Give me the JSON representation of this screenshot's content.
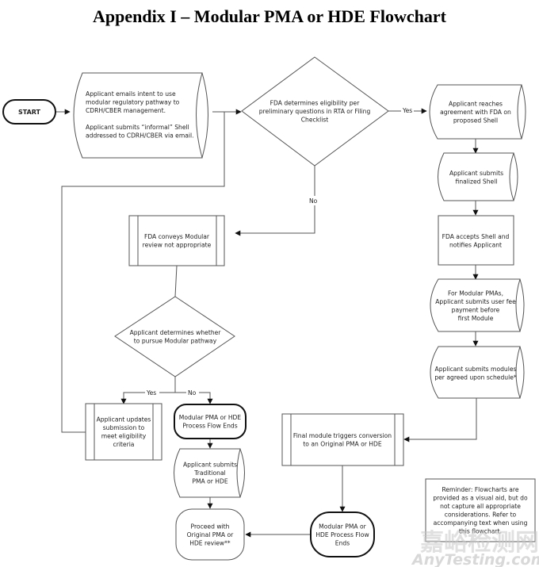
{
  "title": "Appendix I – Modular PMA or HDE Flowchart",
  "nodes": {
    "start": {
      "type": "terminator",
      "lines": [
        "START"
      ]
    },
    "intent": {
      "type": "data",
      "lines": [
        "Applicant emails intent to use",
        "modular regulatory pathway to",
        "CDRH/CBER management.",
        "",
        "Applicant submits “informal” Shell",
        "addressed to CDRH/CBER via email."
      ]
    },
    "eligibility": {
      "type": "decision",
      "lines": [
        "FDA determines eligibility per",
        "preliminary questions in RTA or Filing",
        "Checklist"
      ]
    },
    "agreement": {
      "type": "data",
      "lines": [
        "Applicant reaches",
        "agreement with FDA on",
        "proposed Shell"
      ]
    },
    "finalized": {
      "type": "data",
      "lines": [
        "Applicant submits",
        "finalized Shell"
      ]
    },
    "accepts": {
      "type": "process",
      "lines": [
        "FDA accepts Shell and",
        "notifies Applicant"
      ]
    },
    "userfee": {
      "type": "data",
      "lines": [
        "For Modular PMAs,",
        "Applicant submits user fee",
        "payment before",
        "first Module"
      ]
    },
    "modules": {
      "type": "data",
      "lines": [
        "Applicant submits modules",
        "per agreed upon schedule*"
      ]
    },
    "not_appropriate": {
      "type": "predefined",
      "lines": [
        "FDA conveys Modular",
        "review not appropriate"
      ]
    },
    "pursue": {
      "type": "decision",
      "lines": [
        "Applicant determines whether",
        "to pursue Modular pathway"
      ]
    },
    "updates": {
      "type": "predefined",
      "lines": [
        "Applicant updates",
        "submission to",
        "meet eligibility",
        "criteria"
      ]
    },
    "ends1": {
      "type": "terminator",
      "lines": [
        "Modular PMA or HDE",
        "Process Flow Ends"
      ]
    },
    "traditional": {
      "type": "data",
      "lines": [
        "Applicant submits",
        "Traditional",
        "PMA or HDE"
      ]
    },
    "proceed": {
      "type": "rounded",
      "lines": [
        "Proceed with",
        "Original PMA or",
        "HDE review**"
      ]
    },
    "conversion": {
      "type": "predefined",
      "lines": [
        "Final module triggers conversion",
        "to an Original PMA or HDE"
      ]
    },
    "ends2": {
      "type": "terminator",
      "lines": [
        "Modular PMA or",
        "HDE Process Flow",
        "Ends"
      ]
    }
  },
  "edge_labels": {
    "yes1": "Yes",
    "no1": "No",
    "yes2": "Yes",
    "no2": "No"
  },
  "reminder": {
    "lines": [
      "Reminder: Flowcharts are",
      "provided as a visual aid, but do",
      "not capture all appropriate",
      "considerations. Refer to",
      "accompanying text when  using",
      "this flowchart."
    ]
  },
  "watermark": {
    "cn": "嘉峪检测网",
    "en": "AnyTesting.com"
  }
}
